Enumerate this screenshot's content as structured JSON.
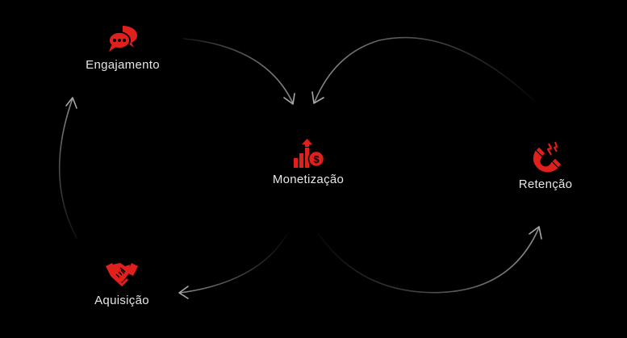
{
  "diagram": {
    "background_color": "#000000",
    "accent_color": "#e0201c",
    "arrow_color": "#9a9a9a",
    "nodes": [
      {
        "label": "Engajamento",
        "icon": "chat-bubbles-icon"
      },
      {
        "label": "Monetização",
        "icon": "revenue-growth-icon"
      },
      {
        "label": "Retenção",
        "icon": "magnet-icon"
      },
      {
        "label": "Aquisição",
        "icon": "handshake-icon"
      }
    ],
    "connections": [
      {
        "from": "Engajamento",
        "to": "Monetização"
      },
      {
        "from": "Retenção",
        "to": "Monetização"
      },
      {
        "from": "Monetização",
        "to": "Aquisição"
      },
      {
        "from": "Monetização",
        "to": "Retenção"
      },
      {
        "from": "Aquisição",
        "to": "Engajamento"
      }
    ]
  }
}
